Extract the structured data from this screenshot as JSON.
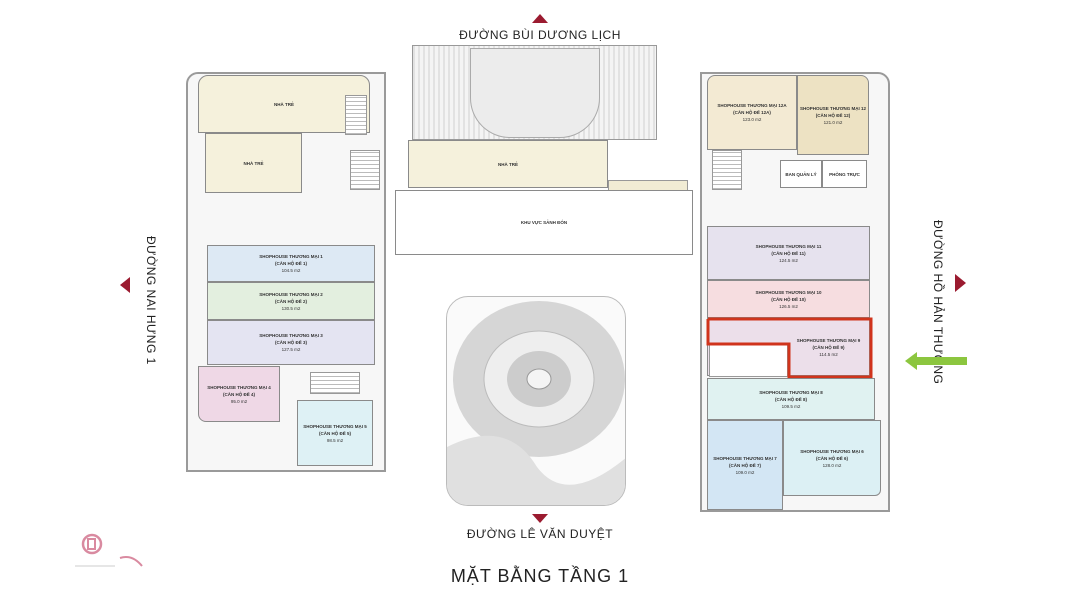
{
  "title": "MẶT BẰNG TẦNG 1",
  "streets": {
    "top": "ĐƯỜNG BÙI DƯƠNG LỊCH",
    "bottom": "ĐƯỜNG LÊ VĂN DUYỆT",
    "left": "ĐƯỜNG NAI HƯNG 1",
    "right": "ĐƯỜNG HỒ HẢN THƯỜNG"
  },
  "common_areas": {
    "nha_tre_1": "NHÀ TRẺ",
    "nha_tre_2": "NHÀ TRẺ",
    "nha_tre_center": "NHÀ TRẺ",
    "lobby": "KHU VỰC SẢNH ĐÓN",
    "management": "BAN QUẢN LÝ",
    "guard": "PHÒNG TRỰC"
  },
  "units": [
    {
      "name": "SHOPHOUSE THƯƠNG MẠI 1",
      "sub": "(CĂN HỘ ĐẾ 1)",
      "area": "104.5 m2"
    },
    {
      "name": "SHOPHOUSE THƯƠNG MẠI 2",
      "sub": "(CĂN HỘ ĐẾ 2)",
      "area": "130.5 m2"
    },
    {
      "name": "SHOPHOUSE THƯƠNG MẠI 3",
      "sub": "(CĂN HỘ ĐẾ 3)",
      "area": "127.5 m2"
    },
    {
      "name": "SHOPHOUSE THƯƠNG MẠI 4",
      "sub": "(CĂN HỘ ĐẾ 4)",
      "area": "95.0 m2"
    },
    {
      "name": "SHOPHOUSE THƯƠNG MẠI 5",
      "sub": "(CĂN HỘ ĐẾ 5)",
      "area": "98.5 m2"
    },
    {
      "name": "SHOPHOUSE THƯƠNG MẠI 6",
      "sub": "(CĂN HỘ ĐẾ 6)",
      "area": "128.0 m2"
    },
    {
      "name": "SHOPHOUSE THƯƠNG MẠI 7",
      "sub": "(CĂN HỘ ĐẾ 7)",
      "area": "109.0 m2"
    },
    {
      "name": "SHOPHOUSE THƯƠNG MẠI 8",
      "sub": "(CĂN HỘ ĐẾ 8)",
      "area": "109.5 m2"
    },
    {
      "name": "SHOPHOUSE THƯƠNG MẠI 9",
      "sub": "(CĂN HỘ ĐẾ 9)",
      "area": "114.5 m2"
    },
    {
      "name": "SHOPHOUSE THƯƠNG MẠI 10",
      "sub": "(CĂN HỘ ĐẾ 10)",
      "area": "126.5 m2"
    },
    {
      "name": "SHOPHOUSE THƯƠNG MẠI 11",
      "sub": "(CĂN HỘ ĐẾ 11)",
      "area": "124.5 m2"
    },
    {
      "name": "SHOPHOUSE THƯƠNG MẠI 12A",
      "sub": "(CĂN HỘ ĐẾ 12A)",
      "area": "123.0 m2"
    },
    {
      "name": "SHOPHOUSE THƯƠNG MẠI 12",
      "sub": "(CĂN HỘ ĐẾ 12)",
      "area": "121.0 m2"
    }
  ],
  "highlighted_unit": "SHOPHOUSE THƯƠNG MẠI 9",
  "colors": {
    "accent": "#9b1b30",
    "highlight": "#d0341c",
    "arrow": "#8cc63f"
  }
}
